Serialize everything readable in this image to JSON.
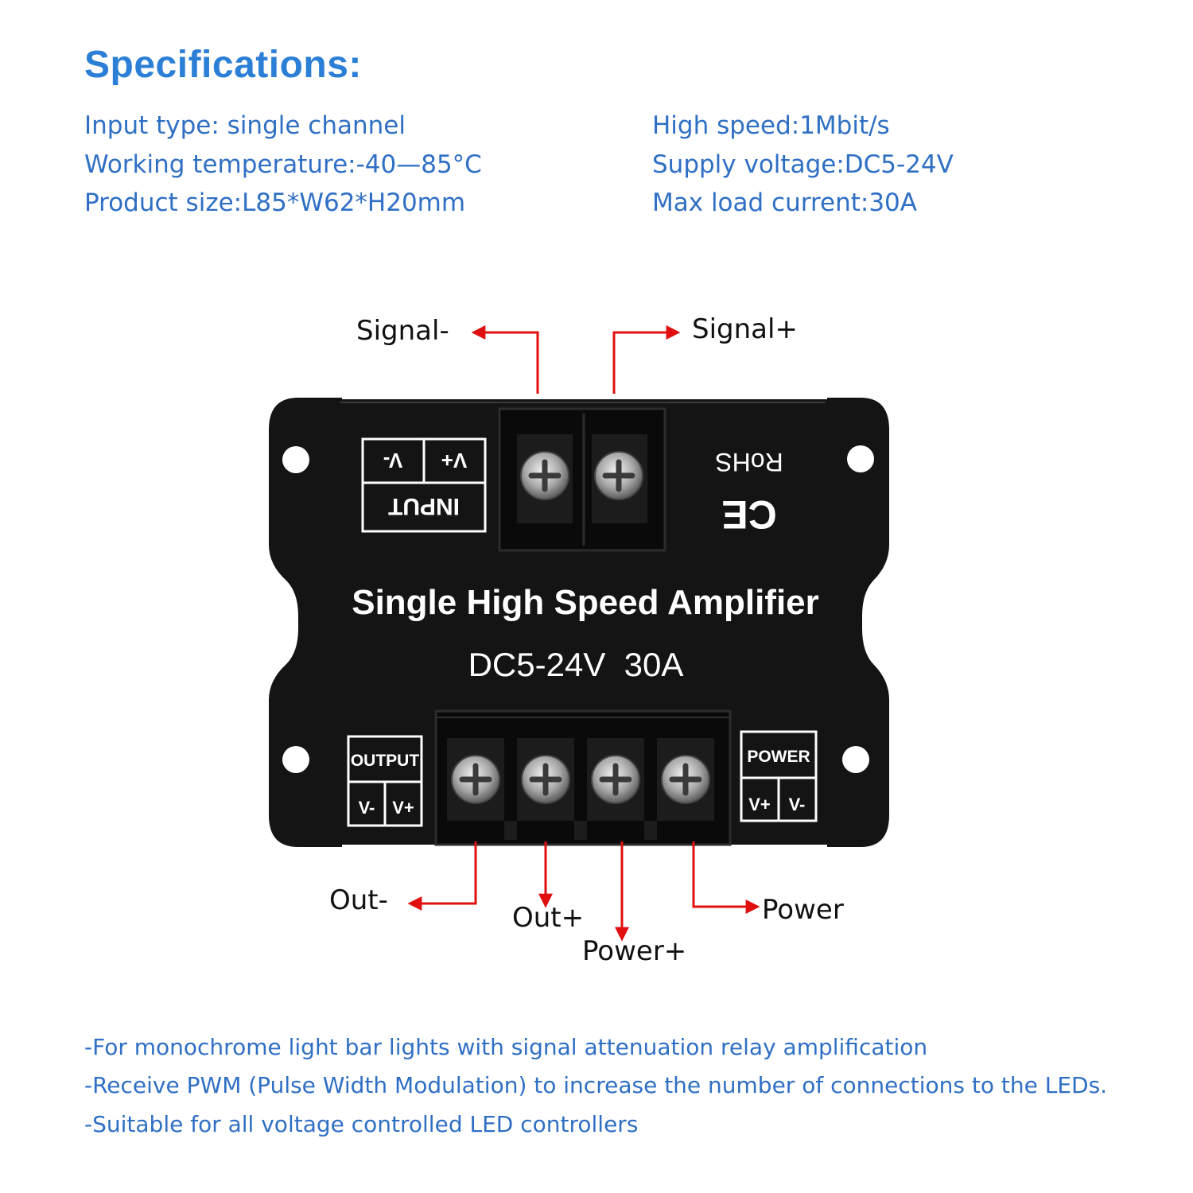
{
  "specs": {
    "title": "Specifications:",
    "left": [
      "Input type: single channel",
      "Working temperature:-40—85°C",
      "Product size:L85*W62*H20mm"
    ],
    "right": [
      "High speed:1Mbit/s",
      "Supply voltage:DC5-24V",
      "Max load current:30A"
    ]
  },
  "device": {
    "title": "Single High Speed Amplifier",
    "rating": "DC5-24V  30A",
    "input_box": {
      "v_minus": "V-",
      "v_plus": "V+",
      "label": "INPUT"
    },
    "output_box": {
      "label": "OUTPUT",
      "v_minus": "V-",
      "v_plus": "V+"
    },
    "power_box": {
      "label": "POWER",
      "v_plus": "V+",
      "v_minus": "V-"
    },
    "rohs": "RoHS",
    "ce": "CE"
  },
  "callouts": {
    "signal_minus": "Signal-",
    "signal_plus": "Signal+",
    "out_minus": "Out-",
    "out_plus": "Out+",
    "power_plus": "Power+",
    "power_minus": "Power"
  },
  "notes": [
    "-For monochrome light bar lights with signal attenuation relay amplification",
    "-Receive PWM (Pulse Width Modulation) to increase the number of connections to the LEDs.",
    "-Suitable for all voltage controlled LED controllers"
  ],
  "colors": {
    "heading": "#2b7fd6",
    "text_blue": "#2f6fc4",
    "arrow_red": "#e01010",
    "device_body": "#141414"
  }
}
